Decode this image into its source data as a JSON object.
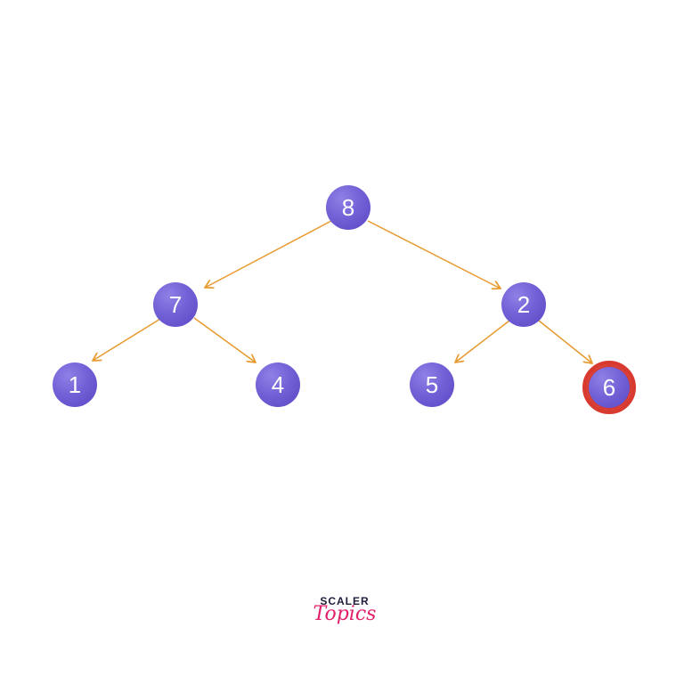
{
  "diagram": {
    "type": "binary-tree",
    "edge_color": "#e89a2e",
    "node_color": "#6f5fd5",
    "highlight_color": "#d93a2f",
    "nodes": [
      {
        "id": "n8",
        "label": "8"
      },
      {
        "id": "n7",
        "label": "7"
      },
      {
        "id": "n2",
        "label": "2"
      },
      {
        "id": "n1",
        "label": "1"
      },
      {
        "id": "n4",
        "label": "4"
      },
      {
        "id": "n5",
        "label": "5"
      },
      {
        "id": "n6",
        "label": "6",
        "highlighted": true
      }
    ],
    "edges": [
      {
        "from": "8",
        "to": "7"
      },
      {
        "from": "8",
        "to": "2"
      },
      {
        "from": "7",
        "to": "1"
      },
      {
        "from": "7",
        "to": "4"
      },
      {
        "from": "2",
        "to": "5"
      },
      {
        "from": "2",
        "to": "6"
      }
    ]
  },
  "logo": {
    "top_text": "SCALER",
    "bottom_text": "Topics"
  }
}
